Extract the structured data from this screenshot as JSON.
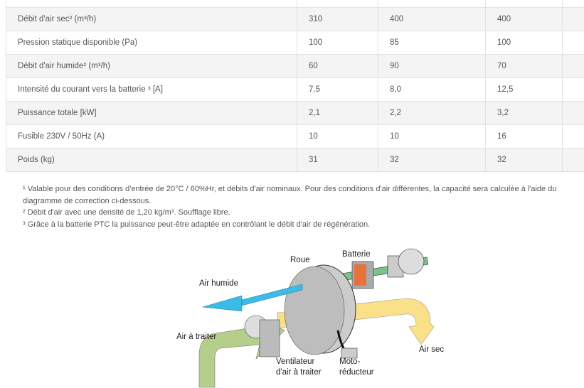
{
  "table": {
    "rows": [
      {
        "label": "",
        "v": [
          "",
          "",
          ""
        ]
      },
      {
        "label": "Débit d'air sec² (m³/h)",
        "v": [
          "310",
          "400",
          "400"
        ]
      },
      {
        "label": "Pression statique disponible (Pa)",
        "v": [
          "100",
          "85",
          "100"
        ]
      },
      {
        "label": "Débit d'air humide² (m³/h)",
        "v": [
          "60",
          "90",
          "70"
        ]
      },
      {
        "label": "Intensité du courant vers la batterie ³ [A]",
        "v": [
          "7,5",
          "8,0",
          "12,5"
        ]
      },
      {
        "label": "Puissance totale [kW]",
        "v": [
          "2,1",
          "2,2",
          "3,2"
        ]
      },
      {
        "label": "Fusible 230V / 50Hz (A)",
        "v": [
          "10",
          "10",
          "16"
        ]
      },
      {
        "label": "Poids (kg)",
        "v": [
          "31",
          "32",
          "32"
        ]
      }
    ]
  },
  "notes": [
    "¹ Valable pour des conditions d'entrée de 20°C / 60%Hr, et débits d'air nominaux. Pour des conditions d'air différentes, la capacité sera calculée à l'aide du diagramme de correction ci-dessous.",
    "² Débit d'air avec une densité de 1,20 kg/m³. Soufflage libre.",
    "³ Grâce à la batterie PTC la puissance peut-être adaptée en contrôlant le débit d'air de régénération."
  ],
  "diagram": {
    "roue": "Roue",
    "batterie": "Batterie",
    "air_humide": "Air humide",
    "air_a_traiter": "Air à traiter",
    "air_sec": "Air sec",
    "ventilateur_1": "Ventilateur",
    "ventilateur_2": "d'air à traiter",
    "moto_1": "Moto-",
    "moto_2": "réducteur"
  }
}
